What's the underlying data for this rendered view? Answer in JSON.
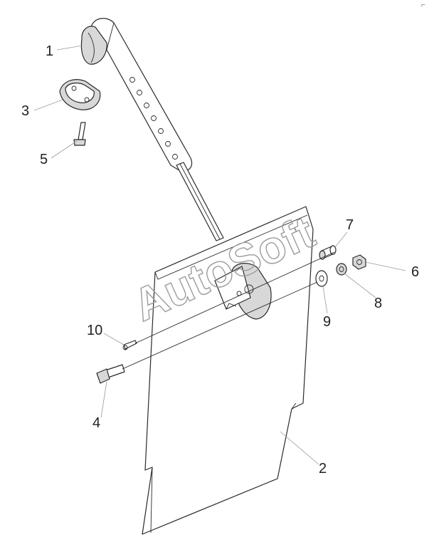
{
  "watermark": "AutoSoft",
  "corner_mark": "⌐",
  "callouts": {
    "p1": "1",
    "p2": "2",
    "p3": "3",
    "p4": "4",
    "p5": "5",
    "p6": "6",
    "p7": "7",
    "p8": "8",
    "p9": "9",
    "p10": "10"
  }
}
